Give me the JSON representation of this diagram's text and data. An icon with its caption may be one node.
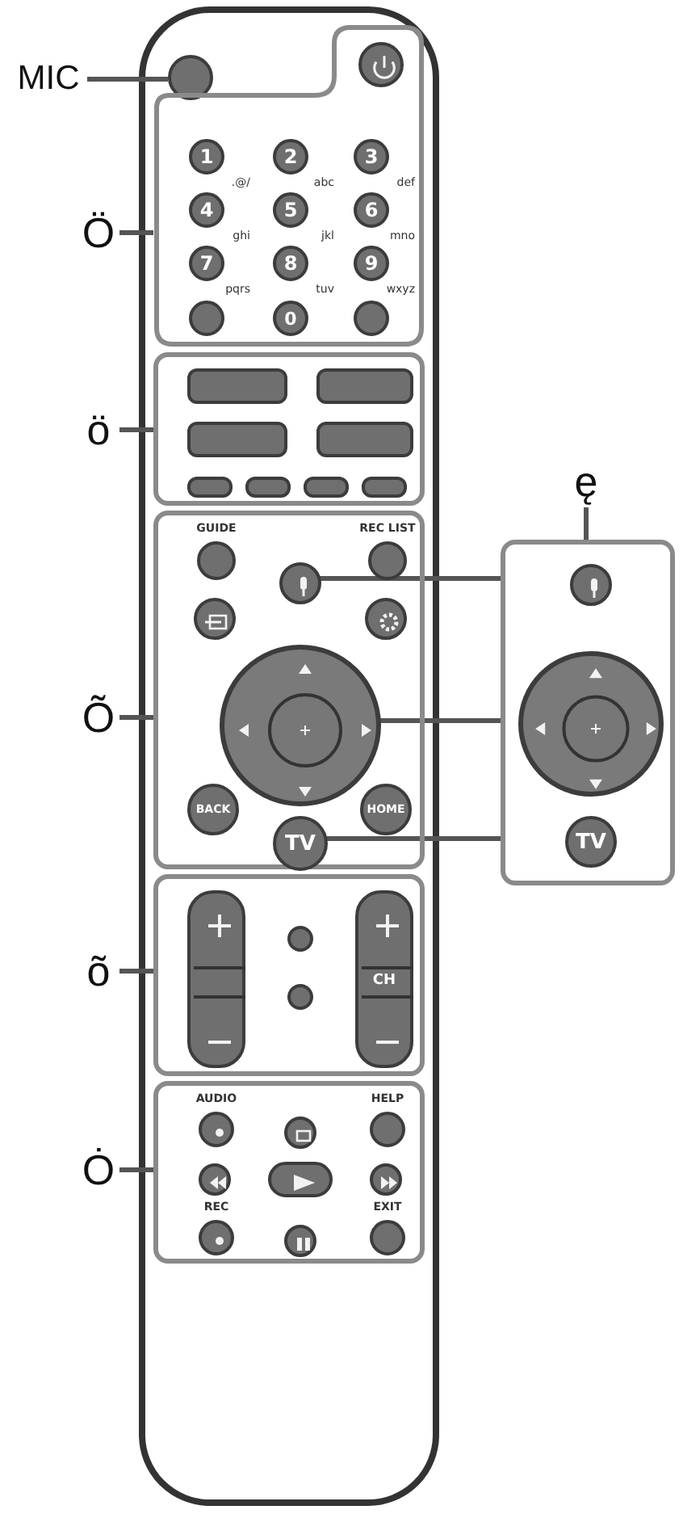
{
  "diagram": {
    "nodes": [
      {
        "text": [
          "MIC"
        ]
      },
      {
        "text": [],
        "shape": "circle"
      },
      {
        "text": [
          "Ö"
        ]
      },
      {
        "text": [],
        "shape": "box"
      },
      {
        "text": [],
        "shape": "circle",
        "in": 3
      },
      {
        "text": [
          "1"
        ],
        "beside": [
          ".@/"
        ],
        "in": 3
      },
      {
        "text": [
          "2"
        ],
        "beside": [
          "abc"
        ],
        "in": 3
      },
      {
        "text": [
          "3"
        ],
        "beside": [
          "def"
        ],
        "in": 3
      },
      {
        "text": [
          "4"
        ],
        "beside": [
          "ghi"
        ],
        "in": 3
      },
      {
        "text": [
          "5"
        ],
        "beside": [
          "jkl"
        ],
        "in": 3
      },
      {
        "text": [
          "6"
        ],
        "beside": [
          "mno"
        ],
        "in": 3
      },
      {
        "text": [
          "7"
        ],
        "beside": [
          "pqrs"
        ],
        "in": 3
      },
      {
        "text": [
          "8"
        ],
        "beside": [
          "tuv"
        ],
        "in": 3
      },
      {
        "text": [
          "9"
        ],
        "beside": [
          "wxyz"
        ],
        "in": 3
      },
      {
        "text": [],
        "shape": "circle",
        "in": 3
      },
      {
        "text": [
          "0"
        ],
        "in": 3
      },
      {
        "text": [],
        "shape": "circle",
        "in": 3
      },
      {
        "text": [
          "ö"
        ]
      },
      {
        "text": [],
        "shape": "box"
      },
      {
        "text": [],
        "shape": "box",
        "in": 18
      },
      {
        "text": [],
        "shape": "box",
        "in": 18
      },
      {
        "text": [],
        "shape": "box",
        "in": 18
      },
      {
        "text": [],
        "shape": "box",
        "in": 18
      },
      {
        "text": [],
        "shape": "box",
        "in": 18
      },
      {
        "text": [],
        "shape": "box",
        "in": 18
      },
      {
        "text": [],
        "shape": "box",
        "in": 18
      },
      {
        "text": [],
        "shape": "box",
        "in": 18
      },
      {
        "text": [
          "ę"
        ]
      },
      {
        "text": [
          "Õ"
        ]
      },
      {
        "text": [],
        "shape": "box"
      },
      {
        "text": [
          "GUIDE"
        ],
        "in": 29
      },
      {
        "text": [
          "REC LIST"
        ],
        "in": 29
      },
      {
        "text": [],
        "shape": "circle",
        "in": 29
      },
      {
        "text": [],
        "shape": "circle",
        "in": 29
      },
      {
        "text": [],
        "shape": "circle",
        "in": 29
      },
      {
        "text": [],
        "shape": "circle",
        "in": 29
      },
      {
        "text": [
          "BACK"
        ],
        "in": 29
      },
      {
        "text": [
          "HOME"
        ],
        "in": 29
      },
      {
        "text": [
          "TV"
        ],
        "in": 29
      },
      {
        "text": [
          "õ"
        ]
      },
      {
        "text": [],
        "shape": "box"
      },
      {
        "text": [],
        "shape": "bar",
        "in": 40
      },
      {
        "text": [],
        "shape": "circle",
        "in": 40
      },
      {
        "text": [],
        "shape": "circle",
        "in": 40
      },
      {
        "text": [
          "CH"
        ],
        "in": 40
      },
      {
        "text": [
          "Ȯ"
        ]
      },
      {
        "text": [],
        "shape": "box"
      },
      {
        "text": [
          "AUDIO"
        ],
        "in": 46
      },
      {
        "text": [],
        "shape": "circle",
        "in": 46
      },
      {
        "text": [
          "HELP"
        ],
        "in": 46
      },
      {
        "text": [],
        "shape": "circle",
        "in": 46
      },
      {
        "text": [],
        "shape": "box",
        "in": 46
      },
      {
        "text": [],
        "shape": "circle",
        "in": 46
      },
      {
        "text": [
          "REC"
        ],
        "in": 46
      },
      {
        "text": [],
        "shape": "circle",
        "in": 46
      },
      {
        "text": [
          "EXIT"
        ],
        "in": 46
      },
      {
        "text": [],
        "shape": "box"
      },
      {
        "text": [],
        "shape": "circle",
        "in": 56
      },
      {
        "text": [],
        "shape": "circle",
        "in": 56
      },
      {
        "text": [
          "TV"
        ],
        "in": 56
      }
    ],
    "edges": [
      {
        "from": 0,
        "to": 1,
        "arrow": "none"
      },
      {
        "from": 2,
        "to": 3,
        "arrow": "none"
      },
      {
        "from": 17,
        "to": 18,
        "arrow": "none"
      },
      {
        "from": 28,
        "to": 29,
        "arrow": "none"
      },
      {
        "from": 39,
        "to": 40,
        "arrow": "none"
      },
      {
        "from": 45,
        "to": 46,
        "arrow": "none"
      },
      {
        "from": 27,
        "to": 56,
        "arrow": "none"
      },
      {
        "from": 32,
        "to": 56,
        "arrow": "none"
      },
      {
        "from": 35,
        "to": 56,
        "arrow": "none"
      },
      {
        "from": 38,
        "to": 56,
        "arrow": "none"
      }
    ]
  }
}
